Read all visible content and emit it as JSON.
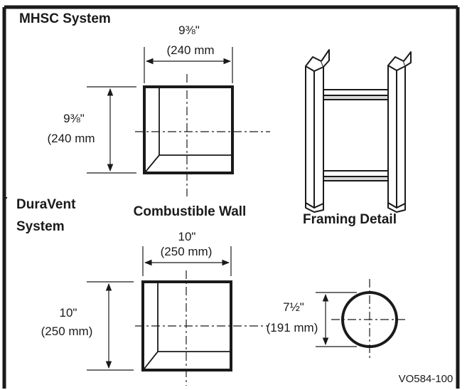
{
  "header": {
    "title": "MHSC System"
  },
  "mhsc": {
    "width_in": "9⅜\"",
    "width_mm": "(240 mm",
    "height_in": "9⅜\"",
    "height_mm": "(240 mm"
  },
  "labels": {
    "combustible_wall": "Combustible Wall",
    "framing_detail": "Framing Detail",
    "duravent_line1": "DuraVent",
    "duravent_line2": "System"
  },
  "duravent": {
    "width_in": "10\"",
    "width_mm": "(250 mm)",
    "height_in": "10\"",
    "height_mm": "(250 mm)",
    "diameter_in": "7½\"",
    "diameter_mm": "(191 mm)"
  },
  "figure_id": "VO584-100",
  "colors": {
    "ink": "#1a1a1a",
    "background": "#ffffff"
  }
}
